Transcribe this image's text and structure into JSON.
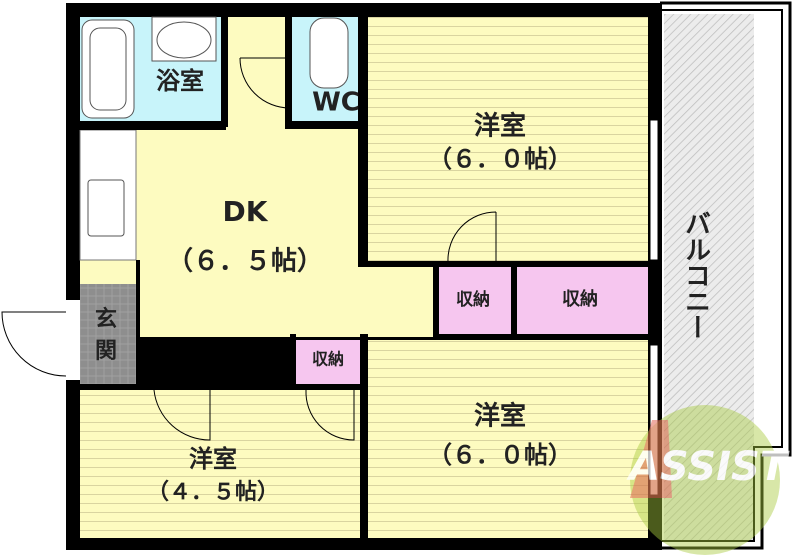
{
  "floorplan": {
    "rooms": {
      "bath": {
        "name": "浴室"
      },
      "toilet": {
        "name": "WC"
      },
      "dk": {
        "name": "DK",
        "size": "（６．５帖）"
      },
      "western_top_right": {
        "name": "洋室",
        "size": "（６．０帖）"
      },
      "western_bottom_right": {
        "name": "洋室",
        "size": "（６．０帖）"
      },
      "western_bottom_left": {
        "name": "洋室",
        "size": "（４．５帖）"
      },
      "closet_1": {
        "name": "収納"
      },
      "closet_2": {
        "name": "収納"
      },
      "closet_3": {
        "name": "収納"
      },
      "entrance": {
        "name1": "玄",
        "name2": "関"
      },
      "balcony": {
        "name": "バルコニー"
      }
    },
    "watermark": "ASSIST"
  },
  "colors": {
    "wall": "#000000",
    "wet_area": "#c8f4fa",
    "floor": "#fdfbc0",
    "closet": "#f6c6ef",
    "entrance": "#9a9a9a",
    "balcony": "#dcdcdc",
    "logo_green": "#a8cc40",
    "logo_red": "#e06050"
  }
}
